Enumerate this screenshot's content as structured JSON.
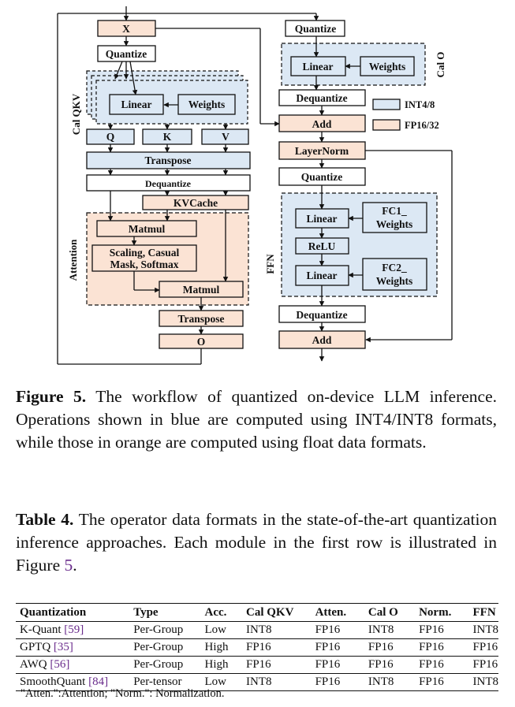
{
  "figure": {
    "nodes": {
      "x": "X",
      "quantize_top": "Quantize",
      "linear_qkv": "Linear",
      "weights_qkv": "Weights",
      "cal_qkv": "Cal  QKV",
      "q": "Q",
      "k": "K",
      "v": "V",
      "transpose_1": "Transpose",
      "dequantize_1": "Dequantize",
      "kvcache": "KVCache",
      "attention": "Attention",
      "matmul_1": "Matmul",
      "scaling_line1": "Scaling, Casual",
      "scaling_line2": "Mask, Softmax",
      "matmul_2": "Matmul",
      "transpose_2": "Transpose",
      "o": "O",
      "quantize_right": "Quantize",
      "linear_o": "Linear",
      "weights_o": "Weights",
      "cal_o": "Cal  O",
      "dequantize_2": "Dequantize",
      "add_1": "Add",
      "layernorm": "LayerNorm",
      "quantize_3": "Quantize",
      "ffn": "FFN",
      "linear_fc1": "Linear",
      "fc1_line1": "FC1_",
      "fc1_line2": "Weights",
      "relu": "ReLU",
      "linear_fc2": "Linear",
      "fc2_line1": "FC2_",
      "fc2_line2": "Weights",
      "dequantize_3": "Dequantize",
      "add_2": "Add"
    },
    "legend": {
      "int_label": "INT4/8",
      "fp_label": "FP16/32"
    },
    "colors": {
      "blue_fill": "#dce8f4",
      "orange_fill": "#fbe3d4",
      "stroke": "#111111"
    }
  },
  "figure_caption": {
    "label": "Figure 5.",
    "text": " The workflow of quantized on-device LLM inference. Operations shown in blue are computed using INT4/INT8 formats, while those in orange are computed using float data formats."
  },
  "table_caption": {
    "label": "Table 4.",
    "text": " The operator data formats in the state-of-the-art quantization inference approaches. Each module in the first row is illustrated in Figure ",
    "ref": "5",
    "end": "."
  },
  "table": {
    "headers": [
      "Quantization",
      "Type",
      "Acc.",
      "Cal QKV",
      "Atten.",
      "Cal O",
      "Norm.",
      "FFN"
    ],
    "rows": [
      {
        "name": "K-Quant ",
        "cite": "[59]",
        "type": "Per-Group",
        "acc": "Low",
        "cal_qkv": "INT8",
        "atten": "FP16",
        "cal_o": "INT8",
        "norm": "FP16",
        "ffn": "INT8"
      },
      {
        "name": "GPTQ ",
        "cite": "[35]",
        "type": "Per-Group",
        "acc": "High",
        "cal_qkv": "FP16",
        "atten": "FP16",
        "cal_o": "FP16",
        "norm": "FP16",
        "ffn": "FP16"
      },
      {
        "name": "AWQ ",
        "cite": "[56]",
        "type": "Per-Group",
        "acc": "High",
        "cal_qkv": "FP16",
        "atten": "FP16",
        "cal_o": "FP16",
        "norm": "FP16",
        "ffn": "FP16"
      },
      {
        "name": "SmoothQuant ",
        "cite": "[84]",
        "type": "Per-tensor",
        "acc": "Low",
        "cal_qkv": "INT8",
        "atten": "FP16",
        "cal_o": "INT8",
        "norm": "FP16",
        "ffn": "INT8"
      }
    ],
    "note": "\"Atten.\":Attention; \"Norm.\": Normalization."
  }
}
